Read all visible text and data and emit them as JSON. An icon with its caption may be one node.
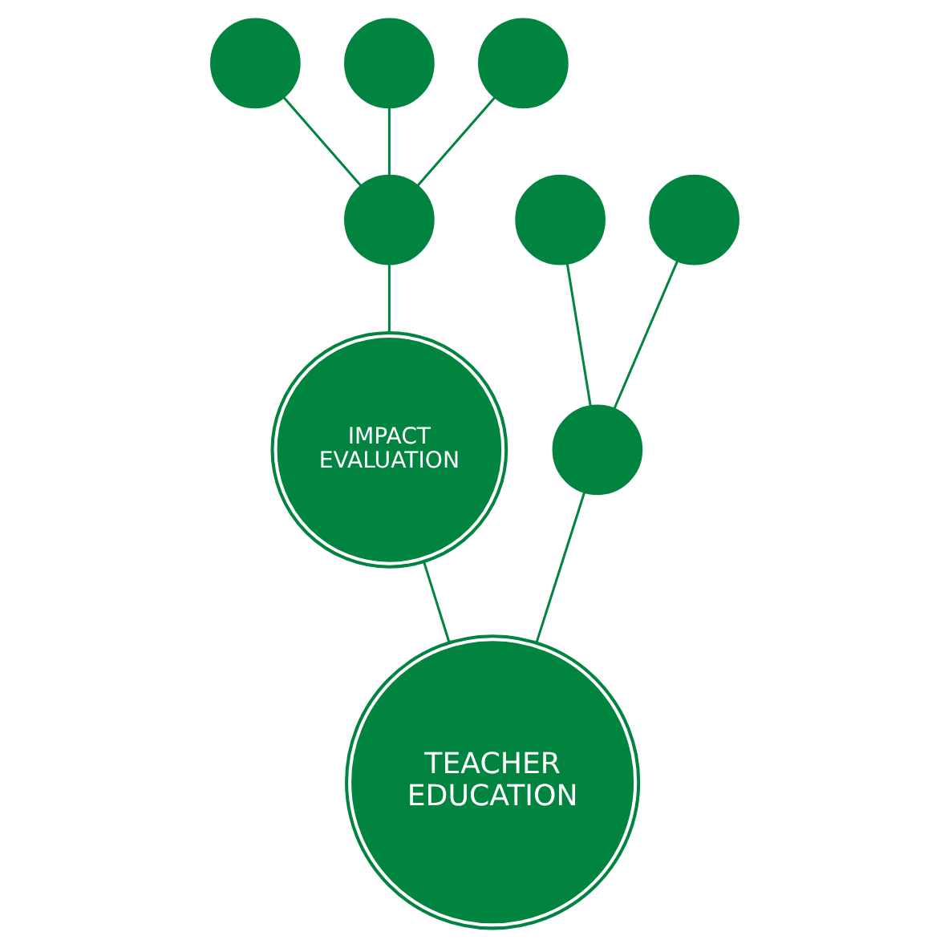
{
  "diagram": {
    "nodes": [
      {
        "text": [],
        "shape": "circle"
      },
      {
        "text": [],
        "shape": "circle"
      },
      {
        "text": [],
        "shape": "circle"
      },
      {
        "text": [],
        "shape": "circle"
      },
      {
        "text": [
          "IMPACT EVALUATION"
        ]
      },
      {
        "text": [
          "TEACHER EDUCATION"
        ]
      },
      {
        "text": [],
        "shape": "circle"
      },
      {
        "text": [],
        "shape": "circle"
      },
      {
        "text": [],
        "shape": "circle"
      }
    ],
    "edges": [
      {
        "from": 5,
        "to": 4,
        "arrow": "none"
      },
      {
        "from": 4,
        "to": 3,
        "arrow": "none"
      },
      {
        "from": 3,
        "to": 0,
        "arrow": "none"
      },
      {
        "from": 3,
        "to": 1,
        "arrow": "none"
      },
      {
        "from": 3,
        "to": 2,
        "arrow": "none"
      },
      {
        "from": 5,
        "to": 8,
        "arrow": "none"
      },
      {
        "from": 8,
        "to": 6,
        "arrow": "none"
      },
      {
        "from": 8,
        "to": 7,
        "arrow": "none"
      }
    ]
  }
}
